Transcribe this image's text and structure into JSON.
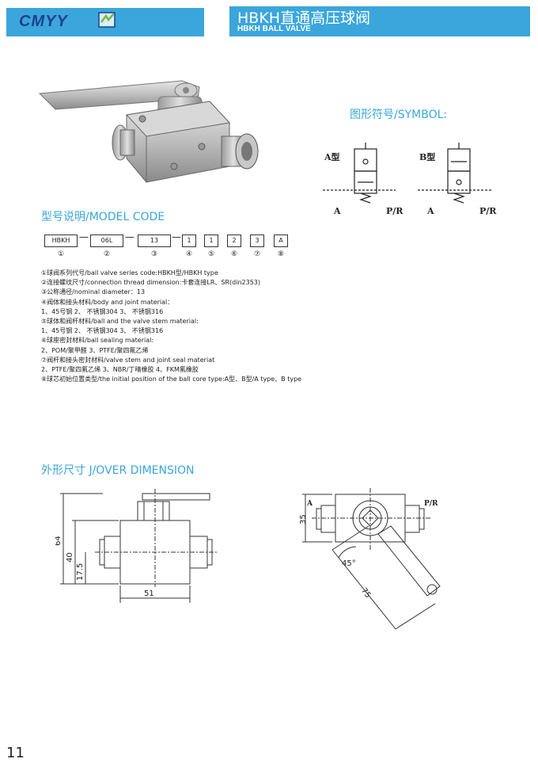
{
  "header": {
    "logo_text": "CMYY",
    "title_main": "HBKH直通高压球阀",
    "title_sub": "HBKH BALL VALVE"
  },
  "symbol": {
    "title": "图形符号/SYMBOL:",
    "a_type": "A型",
    "b_type": "B型",
    "port_a": "A",
    "port_pr": "P/R"
  },
  "model_code": {
    "title": "型号说明/MODEL CODE",
    "codes": [
      "HBKH",
      "06L",
      "13",
      "1",
      "1",
      "2",
      "3",
      "A"
    ],
    "numbers": [
      "①",
      "②",
      "③",
      "④",
      "⑤",
      "⑥",
      "⑦",
      "⑧"
    ],
    "descriptions": [
      "①球阀系列代号/ball valve series code:HBKH型/HBKH type",
      "②连接螺纹尺寸/connection thread dimension:卡套连接LR、SR(din2353)",
      "③公称通径/nominal diameter：13",
      "④阀体和接头材料/body and joint material：",
      "1、45号钢 2、 不锈钢304 3、 不锈钢316",
      "⑤球体和阀杆材料/ball and the valve stem material:",
      "1、45号钢 2、 不锈钢304 3、 不锈钢316",
      "⑥球座密封材料/ball sealing material:",
      "2、POM/聚甲醛 3、PTFE/聚四氟乙烯",
      "⑦阀杆和接头密封材料/valve stem and joint seal materiat",
      "2、PTFE/聚四氟乙烯 3、NBR/丁晴橡胶 4、FKM氟橡胶",
      "⑧球芯初始位置类型/the initial position of the ball core type:A型、B型/A type、B type"
    ]
  },
  "over_dimension": {
    "title": "外形尺寸 J/OVER DIMENSION",
    "dim_64": "64",
    "dim_40": "40",
    "dim_17_5": "17.5",
    "dim_51": "51",
    "dim_35": "35",
    "dim_45": "45°",
    "dim_75": "75",
    "label_a": "A",
    "label_pr": "P/R"
  },
  "page_number": "11",
  "colors": {
    "accent": "#3aa6dc",
    "logo_text": "#1d3f8f",
    "logo_mark": "#7ab648"
  }
}
